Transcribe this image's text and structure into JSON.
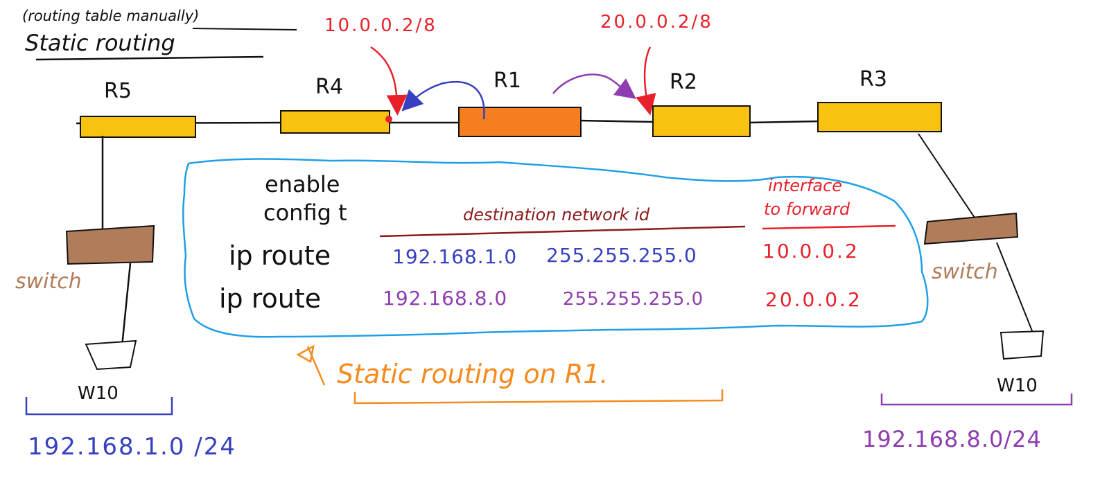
{
  "header": {
    "subtitle": "(routing table manually)",
    "title": "Static routing"
  },
  "ip_labels": {
    "r4_interface": "10.0.0.2/8",
    "r2_interface": "20.0.0.2/8"
  },
  "routers": {
    "r5": "R5",
    "r4": "R4",
    "r1": "R1",
    "r2": "R2",
    "r3": "R3"
  },
  "switches": {
    "left": "switch",
    "right": "switch"
  },
  "hosts": {
    "left": "W10",
    "right": "W10"
  },
  "networks": {
    "left": "192.168.1.0 /24",
    "right": "192.168.8.0/24"
  },
  "config": {
    "enable": "enable",
    "config_t": "config t",
    "dest_header": "destination network id",
    "iface_header_1": "interface",
    "iface_header_2": "to forward",
    "route1": {
      "cmd": "ip route",
      "network": "192.168.1.0",
      "mask": "255.255.255.0",
      "next_hop": "10.0.0.2"
    },
    "route2": {
      "cmd": "ip route",
      "network": "192.168.8.0",
      "mask": "255.255.255.0",
      "next_hop": "20.0.0.2"
    }
  },
  "footer_note": "Static routing on R1.",
  "colors": {
    "router": "#F8C211",
    "router_active": "#F47E20",
    "switch": "#B07C5A",
    "red": "#E8202A",
    "blue": "#3640C0",
    "purple": "#8E3DB0",
    "darkred": "#8B1A1A",
    "cyan": "#1E9FE6",
    "orange": "#F58A1E",
    "ink": "#111111"
  }
}
